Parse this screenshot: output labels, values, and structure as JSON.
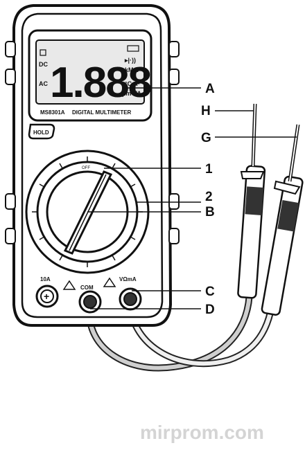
{
  "display": {
    "digits": "1.888",
    "left_indicators": [
      "DC",
      "AC"
    ],
    "right_indicators": [
      "kMΩ",
      "°C °F",
      "μm VA"
    ]
  },
  "device": {
    "model_id": "MS8301A",
    "model_name": "DIGITAL MULTIMETER",
    "hold_button": "HOLD",
    "dial_off": "OFF"
  },
  "jacks": {
    "ten_amp": "10A",
    "com": "COM",
    "volt_ohm": "VΩmA"
  },
  "callouts": {
    "A": "A",
    "H": "H",
    "G": "G",
    "one": "1",
    "two": "2",
    "B": "B",
    "C": "C",
    "D": "D"
  },
  "watermark": "mirprom.com"
}
